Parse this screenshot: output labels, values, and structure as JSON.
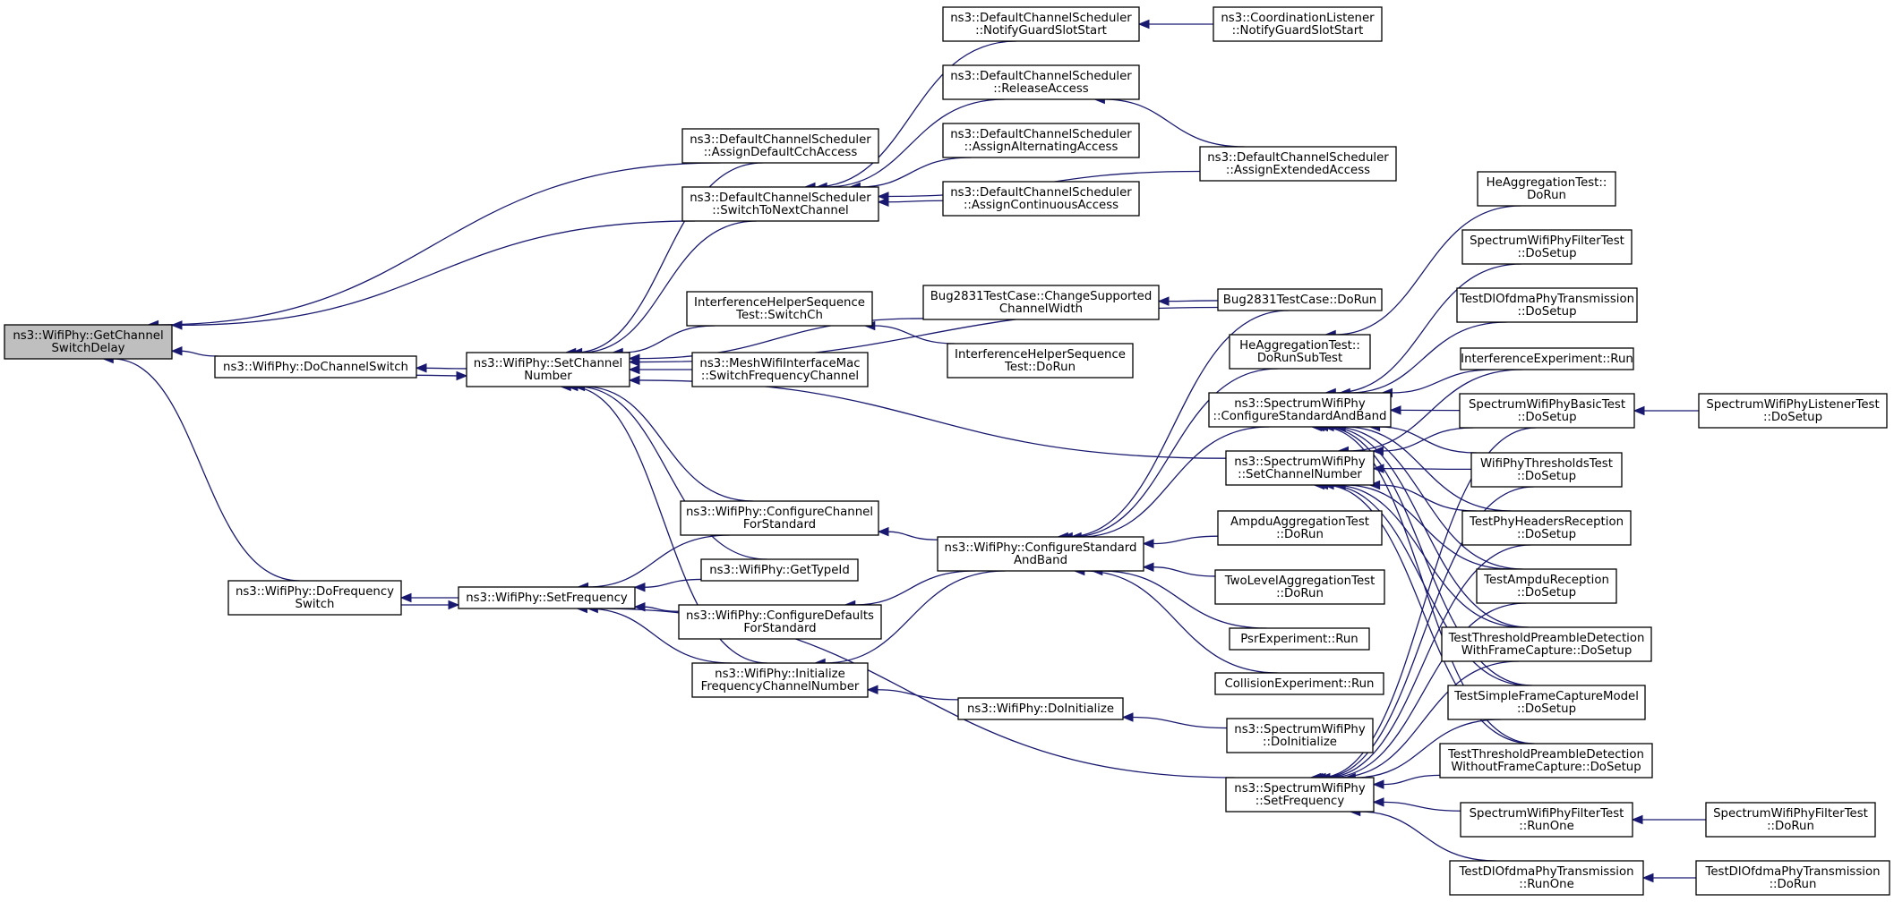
{
  "graph": {
    "colors": {
      "edge": "#191970",
      "node_border": "#000000",
      "focus_fill": "#bfbfbf",
      "node_fill": "#ffffff"
    },
    "nodes": [
      {
        "id": "getchannelswitchdelay",
        "lines": [
          "ns3::WifiPhy::GetChannel",
          "SwitchDelay"
        ],
        "focus": true
      },
      {
        "id": "dochannelswitch",
        "lines": [
          "ns3::WifiPhy::DoChannelSwitch"
        ]
      },
      {
        "id": "dofrequencyswitch",
        "lines": [
          "ns3::WifiPhy::DoFrequency",
          "Switch"
        ]
      },
      {
        "id": "setchannelnumber",
        "lines": [
          "ns3::WifiPhy::SetChannel",
          "Number"
        ]
      },
      {
        "id": "setfrequency",
        "lines": [
          "ns3::WifiPhy::SetFrequency"
        ]
      },
      {
        "id": "assigndefaultcchaccess",
        "lines": [
          "ns3::DefaultChannelScheduler",
          "::AssignDefaultCchAccess"
        ]
      },
      {
        "id": "switchtonextchannel",
        "lines": [
          "ns3::DefaultChannelScheduler",
          "::SwitchToNextChannel"
        ]
      },
      {
        "id": "ihs-switchch",
        "lines": [
          "InterferenceHelperSequence",
          "Test::SwitchCh"
        ]
      },
      {
        "id": "meshswitchfreq",
        "lines": [
          "ns3::MeshWifiInterfaceMac",
          "::SwitchFrequencyChannel"
        ]
      },
      {
        "id": "configurechannelforstandard",
        "lines": [
          "ns3::WifiPhy::ConfigureChannel",
          "ForStandard"
        ]
      },
      {
        "id": "gettypeid",
        "lines": [
          "ns3::WifiPhy::GetTypeId"
        ]
      },
      {
        "id": "configuredefaultsforstandard",
        "lines": [
          "ns3::WifiPhy::ConfigureDefaults",
          "ForStandard"
        ]
      },
      {
        "id": "initializefreqchannelnumber",
        "lines": [
          "ns3::WifiPhy::Initialize",
          "FrequencyChannelNumber"
        ]
      },
      {
        "id": "notifyguardslotstart",
        "lines": [
          "ns3::DefaultChannelScheduler",
          "::NotifyGuardSlotStart"
        ]
      },
      {
        "id": "releaseaccess",
        "lines": [
          "ns3::DefaultChannelScheduler",
          "::ReleaseAccess"
        ]
      },
      {
        "id": "assignalternatingaccess",
        "lines": [
          "ns3::DefaultChannelScheduler",
          "::AssignAlternatingAccess"
        ]
      },
      {
        "id": "assigncontinuousaccess",
        "lines": [
          "ns3::DefaultChannelScheduler",
          "::AssignContinuousAccess"
        ]
      },
      {
        "id": "bug2831-changesupported",
        "lines": [
          "Bug2831TestCase::ChangeSupported",
          "ChannelWidth"
        ]
      },
      {
        "id": "ihs-dorun",
        "lines": [
          "InterferenceHelperSequence",
          "Test::DoRun"
        ]
      },
      {
        "id": "wifi-configurestandardandband",
        "lines": [
          "ns3::WifiPhy::ConfigureStandard",
          "AndBand"
        ]
      },
      {
        "id": "wifi-doinitialize",
        "lines": [
          "ns3::WifiPhy::DoInitialize"
        ]
      },
      {
        "id": "coord-notifyguardslotstart",
        "lines": [
          "ns3::CoordinationListener",
          "::NotifyGuardSlotStart"
        ]
      },
      {
        "id": "assignextendedaccess",
        "lines": [
          "ns3::DefaultChannelScheduler",
          "::AssignExtendedAccess"
        ]
      },
      {
        "id": "bug2831-dorun",
        "lines": [
          "Bug2831TestCase::DoRun"
        ]
      },
      {
        "id": "heagg-dorunsubtest",
        "lines": [
          "HeAggregationTest::",
          "DoRunSubTest"
        ]
      },
      {
        "id": "spectrum-configurestandardandband",
        "lines": [
          "ns3::SpectrumWifiPhy",
          "::ConfigureStandardAndBand"
        ]
      },
      {
        "id": "spectrum-setchannelnumber",
        "lines": [
          "ns3::SpectrumWifiPhy",
          "::SetChannelNumber"
        ]
      },
      {
        "id": "ampduagg-dorun",
        "lines": [
          "AmpduAggregationTest",
          "::DoRun"
        ]
      },
      {
        "id": "twolevelagg-dorun",
        "lines": [
          "TwoLevelAggregationTest",
          "::DoRun"
        ]
      },
      {
        "id": "psrexperiment-run",
        "lines": [
          "PsrExperiment::Run"
        ]
      },
      {
        "id": "collisionexperiment-run",
        "lines": [
          "CollisionExperiment::Run"
        ]
      },
      {
        "id": "spectrum-doinitialize",
        "lines": [
          "ns3::SpectrumWifiPhy",
          "::DoInitialize"
        ]
      },
      {
        "id": "spectrum-setfrequency",
        "lines": [
          "ns3::SpectrumWifiPhy",
          "::SetFrequency"
        ]
      },
      {
        "id": "heagg-dorun",
        "lines": [
          "HeAggregationTest::",
          "DoRun"
        ]
      },
      {
        "id": "swpfiltertest-dosetup",
        "lines": [
          "SpectrumWifiPhyFilterTest",
          "::DoSetup"
        ]
      },
      {
        "id": "testdlofdma-dosetup",
        "lines": [
          "TestDlOfdmaPhyTransmission",
          "::DoSetup"
        ]
      },
      {
        "id": "interferenceexperiment-run",
        "lines": [
          "InterferenceExperiment::Run"
        ]
      },
      {
        "id": "swpbasictest-dosetup",
        "lines": [
          "SpectrumWifiPhyBasicTest",
          "::DoSetup"
        ]
      },
      {
        "id": "wifiphythresholdstest-dosetup",
        "lines": [
          "WifiPhyThresholdsTest",
          "::DoSetup"
        ]
      },
      {
        "id": "testphyheadersreception-dosetup",
        "lines": [
          "TestPhyHeadersReception",
          "::DoSetup"
        ]
      },
      {
        "id": "testampdureception-dosetup",
        "lines": [
          "TestAmpduReception",
          "::DoSetup"
        ]
      },
      {
        "id": "testthresholdwithcapture-dosetup",
        "lines": [
          "TestThresholdPreambleDetection",
          "WithFrameCapture::DoSetup"
        ]
      },
      {
        "id": "testsimpleframecapture-dosetup",
        "lines": [
          "TestSimpleFrameCaptureModel",
          "::DoSetup"
        ]
      },
      {
        "id": "testthresholdwithoutcapture-dosetup",
        "lines": [
          "TestThresholdPreambleDetection",
          "WithoutFrameCapture::DoSetup"
        ]
      },
      {
        "id": "swpfiltertest-runone",
        "lines": [
          "SpectrumWifiPhyFilterTest",
          "::RunOne"
        ]
      },
      {
        "id": "testdlofdma-runone",
        "lines": [
          "TestDlOfdmaPhyTransmission",
          "::RunOne"
        ]
      },
      {
        "id": "swplistenertest-dosetup",
        "lines": [
          "SpectrumWifiPhyListenerTest",
          "::DoSetup"
        ]
      },
      {
        "id": "swpfiltertest-dorun",
        "lines": [
          "SpectrumWifiPhyFilterTest",
          "::DoRun"
        ]
      },
      {
        "id": "testdlofdma-dorun",
        "lines": [
          "TestDlOfdmaPhyTransmission",
          "::DoRun"
        ]
      }
    ],
    "edges": [
      [
        "assigndefaultcchaccess",
        "getchannelswitchdelay"
      ],
      [
        "switchtonextchannel",
        "getchannelswitchdelay"
      ],
      [
        "dochannelswitch",
        "getchannelswitchdelay"
      ],
      [
        "dofrequencyswitch",
        "getchannelswitchdelay"
      ],
      [
        "setchannelnumber",
        "dochannelswitch"
      ],
      [
        "dochannelswitch",
        "setchannelnumber"
      ],
      [
        "setfrequency",
        "dofrequencyswitch"
      ],
      [
        "dofrequencyswitch",
        "setfrequency"
      ],
      [
        "assigndefaultcchaccess",
        "setchannelnumber"
      ],
      [
        "switchtonextchannel",
        "setchannelnumber"
      ],
      [
        "bug2831-changesupported",
        "setchannelnumber"
      ],
      [
        "ihs-switchch",
        "setchannelnumber"
      ],
      [
        "meshswitchfreq",
        "setchannelnumber"
      ],
      [
        "bug2831-dorun",
        "setchannelnumber"
      ],
      [
        "spectrum-setchannelnumber",
        "setchannelnumber"
      ],
      [
        "configurechannelforstandard",
        "setchannelnumber"
      ],
      [
        "gettypeid",
        "setchannelnumber"
      ],
      [
        "initializefreqchannelnumber",
        "setchannelnumber"
      ],
      [
        "configurechannelforstandard",
        "setfrequency"
      ],
      [
        "gettypeid",
        "setfrequency"
      ],
      [
        "configuredefaultsforstandard",
        "setfrequency"
      ],
      [
        "initializefreqchannelnumber",
        "setfrequency"
      ],
      [
        "spectrum-setfrequency",
        "setfrequency"
      ],
      [
        "notifyguardslotstart",
        "switchtonextchannel"
      ],
      [
        "releaseaccess",
        "switchtonextchannel"
      ],
      [
        "assignalternatingaccess",
        "switchtonextchannel"
      ],
      [
        "assigncontinuousaccess",
        "switchtonextchannel"
      ],
      [
        "assignextendedaccess",
        "switchtonextchannel"
      ],
      [
        "coord-notifyguardslotstart",
        "notifyguardslotstart"
      ],
      [
        "assignextendedaccess",
        "releaseaccess"
      ],
      [
        "ihs-dorun",
        "ihs-switchch"
      ],
      [
        "bug2831-dorun",
        "bug2831-changesupported"
      ],
      [
        "wifi-configurestandardandband",
        "configurechannelforstandard"
      ],
      [
        "wifi-configurestandardandband",
        "configuredefaultsforstandard"
      ],
      [
        "wifi-configurestandardandband",
        "initializefreqchannelnumber"
      ],
      [
        "wifi-doinitialize",
        "initializefreqchannelnumber"
      ],
      [
        "bug2831-dorun",
        "wifi-configurestandardandband"
      ],
      [
        "heagg-dorunsubtest",
        "wifi-configurestandardandband"
      ],
      [
        "spectrum-configurestandardandband",
        "wifi-configurestandardandband"
      ],
      [
        "ampduagg-dorun",
        "wifi-configurestandardandband"
      ],
      [
        "twolevelagg-dorun",
        "wifi-configurestandardandband"
      ],
      [
        "psrexperiment-run",
        "wifi-configurestandardandband"
      ],
      [
        "collisionexperiment-run",
        "wifi-configurestandardandband"
      ],
      [
        "spectrum-doinitialize",
        "wifi-doinitialize"
      ],
      [
        "heagg-dorun",
        "heagg-dorunsubtest"
      ],
      [
        "swpfiltertest-dosetup",
        "spectrum-configurestandardandband"
      ],
      [
        "testdlofdma-dosetup",
        "spectrum-configurestandardandband"
      ],
      [
        "interferenceexperiment-run",
        "spectrum-configurestandardandband"
      ],
      [
        "swpbasictest-dosetup",
        "spectrum-configurestandardandband"
      ],
      [
        "wifiphythresholdstest-dosetup",
        "spectrum-configurestandardandband"
      ],
      [
        "testphyheadersreception-dosetup",
        "spectrum-configurestandardandband"
      ],
      [
        "testampdureception-dosetup",
        "spectrum-configurestandardandband"
      ],
      [
        "testthresholdwithcapture-dosetup",
        "spectrum-configurestandardandband"
      ],
      [
        "testsimpleframecapture-dosetup",
        "spectrum-configurestandardandband"
      ],
      [
        "testthresholdwithoutcapture-dosetup",
        "spectrum-configurestandardandband"
      ],
      [
        "interferenceexperiment-run",
        "spectrum-setchannelnumber"
      ],
      [
        "swpbasictest-dosetup",
        "spectrum-setchannelnumber"
      ],
      [
        "wifiphythresholdstest-dosetup",
        "spectrum-setchannelnumber"
      ],
      [
        "testphyheadersreception-dosetup",
        "spectrum-setchannelnumber"
      ],
      [
        "testampdureception-dosetup",
        "spectrum-setchannelnumber"
      ],
      [
        "testthresholdwithcapture-dosetup",
        "spectrum-setchannelnumber"
      ],
      [
        "testsimpleframecapture-dosetup",
        "spectrum-setchannelnumber"
      ],
      [
        "testthresholdwithoutcapture-dosetup",
        "spectrum-setchannelnumber"
      ],
      [
        "swpbasictest-dosetup",
        "spectrum-setfrequency"
      ],
      [
        "wifiphythresholdstest-dosetup",
        "spectrum-setfrequency"
      ],
      [
        "testphyheadersreception-dosetup",
        "spectrum-setfrequency"
      ],
      [
        "testampdureception-dosetup",
        "spectrum-setfrequency"
      ],
      [
        "testthresholdwithcapture-dosetup",
        "spectrum-setfrequency"
      ],
      [
        "testsimpleframecapture-dosetup",
        "spectrum-setfrequency"
      ],
      [
        "testthresholdwithoutcapture-dosetup",
        "spectrum-setfrequency"
      ],
      [
        "swpfiltertest-runone",
        "spectrum-setfrequency"
      ],
      [
        "testdlofdma-runone",
        "spectrum-setfrequency"
      ],
      [
        "swplistenertest-dosetup",
        "swpbasictest-dosetup"
      ],
      [
        "swpfiltertest-dorun",
        "swpfiltertest-runone"
      ],
      [
        "testdlofdma-dorun",
        "testdlofdma-runone"
      ]
    ]
  }
}
